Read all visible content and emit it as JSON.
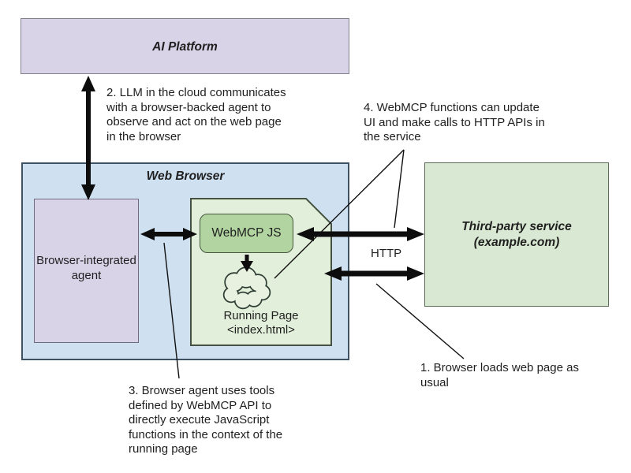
{
  "diagram": {
    "boxes": {
      "ai_platform": {
        "label": "AI Platform"
      },
      "web_browser": {
        "label": "Web Browser"
      },
      "browser_agent": {
        "label": "Browser-integrated agent"
      },
      "webmcp_js": {
        "label": "WebMCP JS"
      },
      "running_page": {
        "label": "Running Page\n<index.html>"
      },
      "third_party_service": {
        "label": "Third-party service\n(example.com)"
      }
    },
    "edge_labels": {
      "http": "HTTP"
    },
    "annotations": {
      "step1": {
        "text": "1. Browser loads web page as\nusual"
      },
      "step2": {
        "text": "2. LLM in the cloud communicates\nwith a browser-backed agent to\nobserve and act on the web page\nin the browser"
      },
      "step3": {
        "text": "3. Browser agent uses tools\ndefined by WebMCP API to\ndirectly execute JavaScript\nfunctions in the context of the\nrunning page"
      },
      "step4": {
        "text": "4. WebMCP functions can update\nUI and make calls to HTTP APIs in\nthe service"
      }
    },
    "icons": {
      "cloud": "cloud-icon"
    },
    "colors": {
      "lavender_fill": "#d9d3e8",
      "browser_blue_fill": "#cfe1f1",
      "page_green_fill": "#e2efda",
      "webmcp_green_fill": "#b2d4a0",
      "service_green_fill": "#d9e8d2",
      "arrow_black": "#0d0d0d"
    }
  }
}
